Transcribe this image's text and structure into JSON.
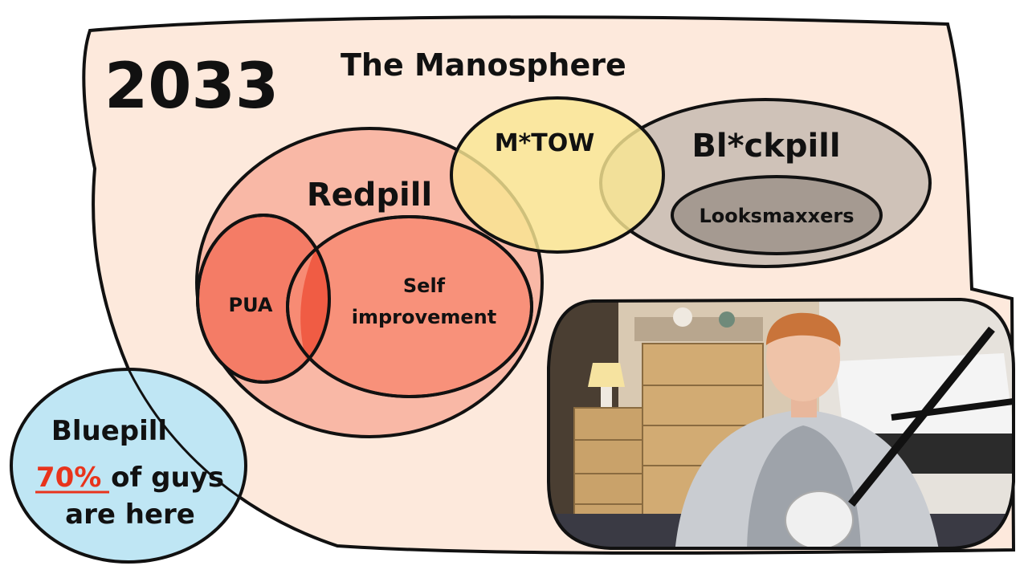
{
  "header": {
    "year": "2033",
    "title": "The Manosphere"
  },
  "groups": {
    "redpill": "Redpill",
    "pua": "PUA",
    "self_improvement_line1": "Self",
    "self_improvement_line2": "improvement",
    "mtow": "M*TOW",
    "blackpill": "Bl*ckpill",
    "looksmaxxers": "Looksmaxxers",
    "bluepill": "Bluepill"
  },
  "bluepill_note": {
    "percent": "70% ",
    "rest": "of guys",
    "line2": "are here"
  },
  "colors": {
    "background_blob": "#fde9dc",
    "redpill": "#f9b8a6",
    "pua": "#f47c66",
    "self_improvement": "#f78d75",
    "overlap_red": "#f05c44",
    "mtow": "#f9e793",
    "blackpill": "#cfc2b8",
    "looksmaxxers": "#a59a91",
    "bluepill": "#bfe6f4",
    "percent_highlight": "#e8341c"
  },
  "webcam": {
    "description_icon": "person-webcam-icon"
  }
}
